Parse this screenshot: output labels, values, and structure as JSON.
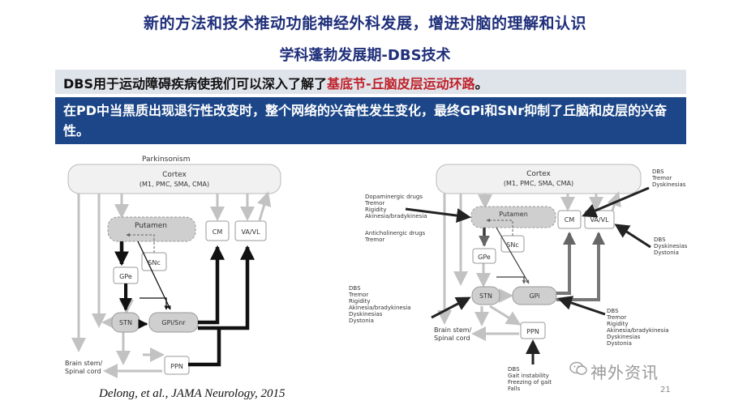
{
  "header": {
    "title": "新的方法和技术推动功能神经外科发展，增进对脑的理解和认识",
    "subtitle": "学科蓬勃发展期-DBS技术"
  },
  "intro": {
    "prefix": "DBS用于运动障碍疾病使我们可以深入了解了",
    "highlight": "基底节-丘脑皮层运动环路",
    "suffix": "。"
  },
  "note": "在PD中当黑质出现退行性改变时，整个网络的兴奋性发生变化，最终GPi和SNr抑制了丘脑和皮层的兴奋性。",
  "left_diagram": {
    "title": "Parkinsonism",
    "cortex_line1": "Cortex",
    "cortex_line2": "(M1, PMC, SMA, CMA)",
    "putamen": "Putamen",
    "snc": "SNc",
    "gpe": "GPe",
    "stn": "STN",
    "gpi_snr": "GPi/Snr",
    "cm": "CM",
    "vavl": "VA/VL",
    "ppn": "PPN",
    "brainstem_line1": "Brain stem/",
    "brainstem_line2": "Spinal cord"
  },
  "right_diagram": {
    "cortex_line1": "Cortex",
    "cortex_line2": "(M1, PMC, SMA, CMA)",
    "putamen": "Putamen",
    "snc": "SNc",
    "gpe": "GPe",
    "stn": "STN",
    "gpi": "GPi",
    "cm": "CM",
    "vavl": "VA/VL",
    "ppn": "PPN",
    "brainstem_line1": "Brain stem/",
    "brainstem_line2": "Spinal cord",
    "dopa_lines": [
      "Dopaminergic drugs",
      "Tremor",
      "Rigidity",
      "Akinesia/bradykinesia"
    ],
    "antichol_lines": [
      "Anticholinergic drugs",
      "Tremor"
    ],
    "stn_dbs_lines": [
      "DBS",
      "Tremor",
      "Rigidity",
      "Akinesia/bradykinesia",
      "Dyskinesias",
      "Dystonia"
    ],
    "gpi_dbs_lines": [
      "DBS",
      "Tremor",
      "Rigidity",
      "Akinesia/bradykinesia",
      "Dyskinesias",
      "Dystonia"
    ],
    "ppn_dbs_lines": [
      "DBS",
      "Gait instability",
      "Freezing of gait",
      "Falls"
    ],
    "cm_dbs_lines": [
      "DBS",
      "Tremor",
      "Dyskinesias"
    ],
    "vavl_dbs_lines": [
      "DBS",
      "Dyskinesias",
      "Dystonia"
    ]
  },
  "citation": "Delong, et al., JAMA Neurology, 2015",
  "page_number": "21",
  "watermark": "神外资讯"
}
